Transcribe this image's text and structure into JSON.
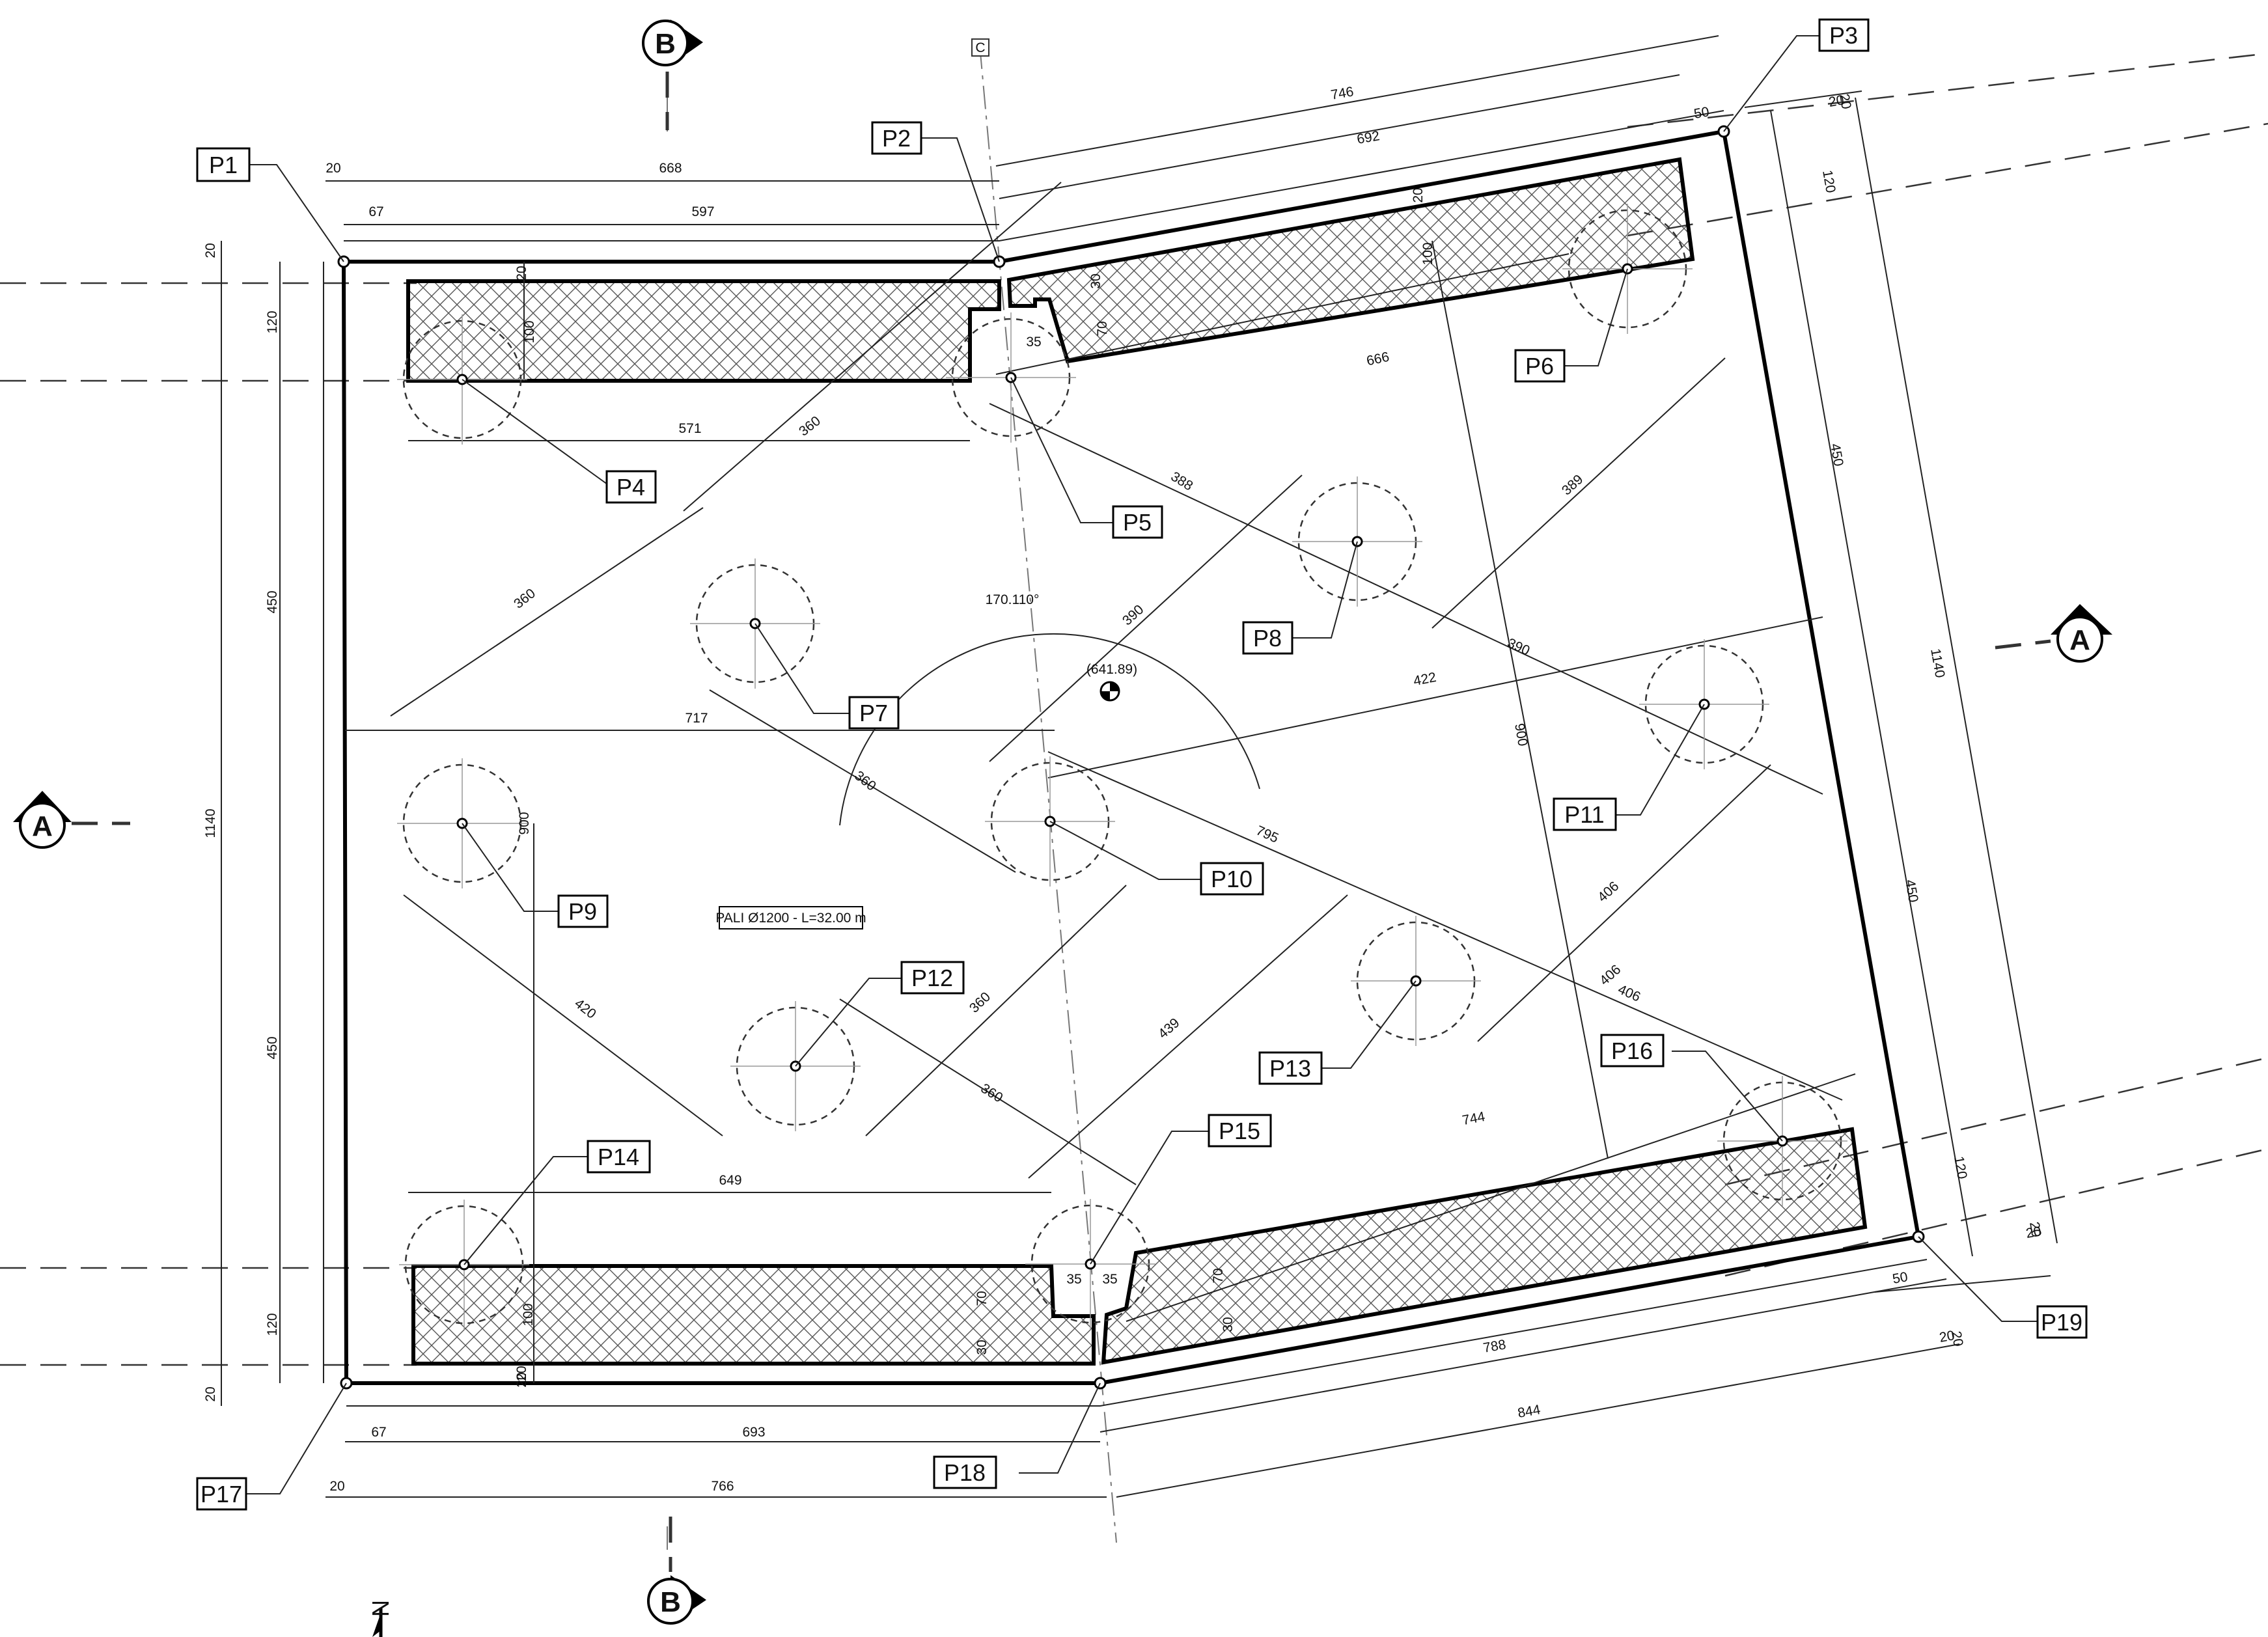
{
  "piles": [
    {
      "id": "P1",
      "label": "P1"
    },
    {
      "id": "P2",
      "label": "P2"
    },
    {
      "id": "P3",
      "label": "P3"
    },
    {
      "id": "P4",
      "label": "P4"
    },
    {
      "id": "P5",
      "label": "P5"
    },
    {
      "id": "P6",
      "label": "P6"
    },
    {
      "id": "P7",
      "label": "P7"
    },
    {
      "id": "P8",
      "label": "P8"
    },
    {
      "id": "P9",
      "label": "P9"
    },
    {
      "id": "P10",
      "label": "P10"
    },
    {
      "id": "P11",
      "label": "P11"
    },
    {
      "id": "P12",
      "label": "P12"
    },
    {
      "id": "P13",
      "label": "P13"
    },
    {
      "id": "P14",
      "label": "P14"
    },
    {
      "id": "P15",
      "label": "P15"
    },
    {
      "id": "P16",
      "label": "P16"
    },
    {
      "id": "P17",
      "label": "P17"
    },
    {
      "id": "P18",
      "label": "P18"
    },
    {
      "id": "P19",
      "label": "P19"
    }
  ],
  "sections": {
    "a_left": "A",
    "a_right": "A",
    "b_top": "B",
    "b_bottom": "B",
    "c": "C"
  },
  "note": "PALI Ø1200 - L=32.00 m",
  "angle": "170.110°",
  "elevation": "(641.89)",
  "north": "N",
  "dims": [
    "668",
    "597",
    "20",
    "67",
    "746",
    "692",
    "50",
    "20",
    "120",
    "450",
    "450",
    "120",
    "1140",
    "20",
    "20",
    "20",
    "100",
    "120",
    "450",
    "450",
    "120",
    "1140",
    "20",
    "20",
    "571",
    "360",
    "360",
    "717",
    "360",
    "420",
    "360",
    "360",
    "439",
    "649",
    "693",
    "766",
    "67",
    "20",
    "20",
    "388",
    "666",
    "390",
    "422",
    "795",
    "406",
    "406",
    "744",
    "390",
    "389",
    "406",
    "900",
    "900",
    "30",
    "70",
    "35",
    "35",
    "35",
    "70",
    "30",
    "70",
    "30",
    "100",
    "20",
    "20",
    "20",
    "100",
    "788",
    "844",
    "50",
    "20",
    "20"
  ]
}
